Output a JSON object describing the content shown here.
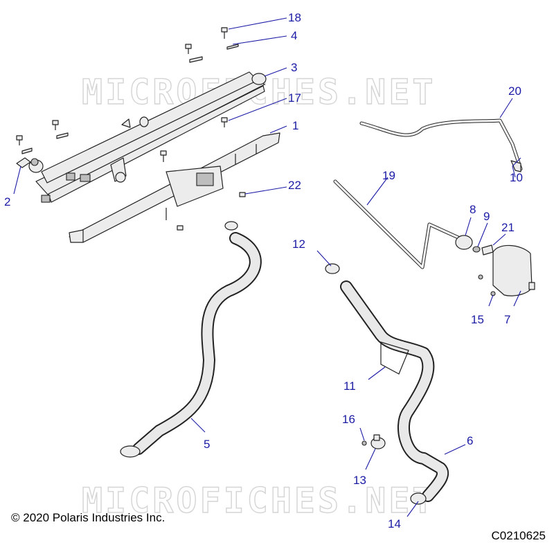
{
  "watermark": "MICROFICHES.NET",
  "footer": {
    "copyright": "© 2020 Polaris Industries Inc.",
    "diagram_code": "C0210625"
  },
  "callouts": {
    "c1": "1",
    "c2": "2",
    "c3": "3",
    "c4": "4",
    "c5": "5",
    "c6": "6",
    "c7": "7",
    "c8": "8",
    "c9": "9",
    "c10": "10",
    "c11": "11",
    "c12": "12",
    "c13": "13",
    "c14": "14",
    "c15": "15",
    "c16": "16",
    "c17": "17",
    "c18": "18",
    "c19": "19",
    "c20": "20",
    "c21": "21",
    "c22": "22"
  },
  "colors": {
    "callout": "#1a1aa6",
    "line_art": "#222222",
    "watermark": "#d4d4d4"
  }
}
